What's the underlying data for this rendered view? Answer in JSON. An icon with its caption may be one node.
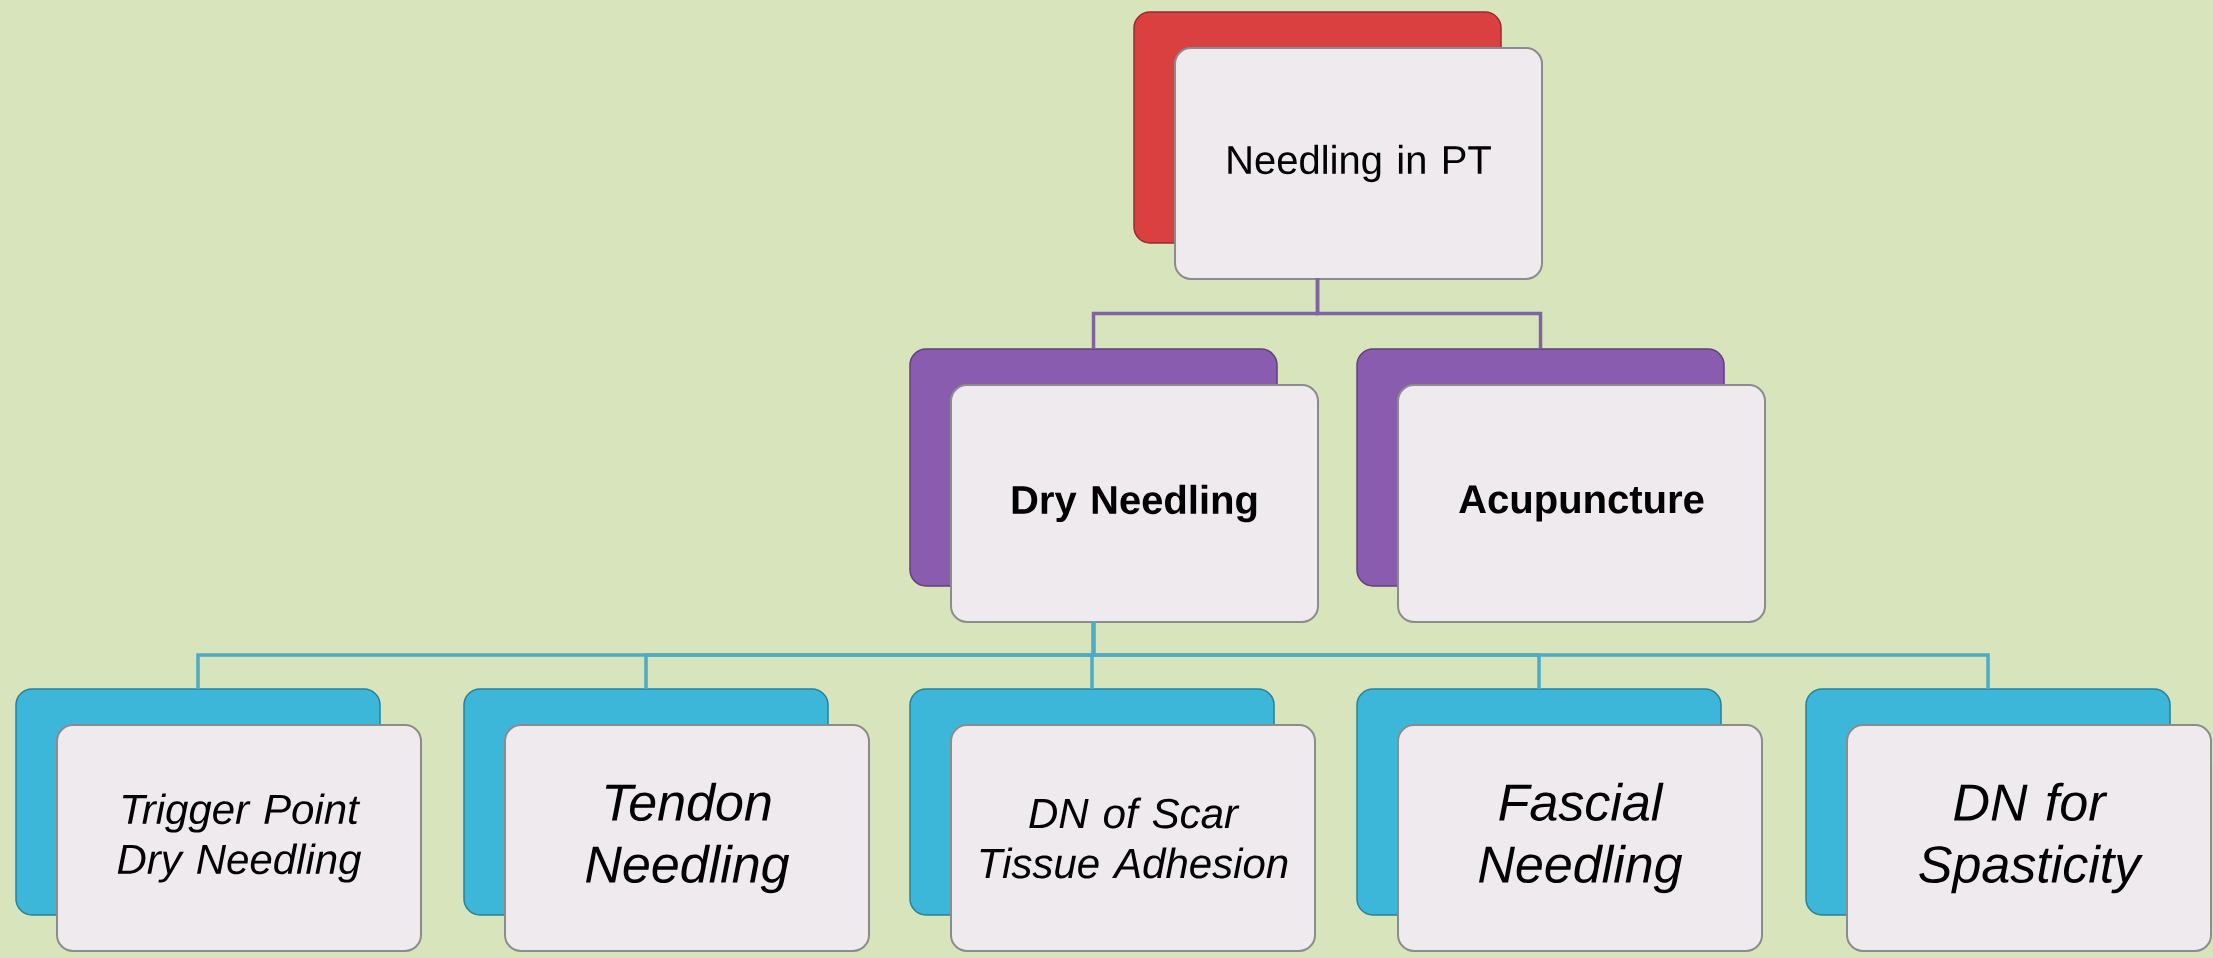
{
  "diagram": {
    "nodes": [
      {
        "text": [
          "Needling in PT"
        ]
      },
      {
        "text": [
          "Dry Needling"
        ]
      },
      {
        "text": [
          "Acupuncture"
        ]
      },
      {
        "text": [
          "Trigger Point Dry Needling"
        ]
      },
      {
        "text": [
          "Tendon Needling"
        ]
      },
      {
        "text": [
          "DN of Scar Tissue Adhesion"
        ]
      },
      {
        "text": [
          "Fascial Needling"
        ]
      },
      {
        "text": [
          "DN for Spasticity"
        ]
      }
    ],
    "edges": [
      {
        "from": 0,
        "to": 1,
        "arrow": "none",
        "color": "#8064a2"
      },
      {
        "from": 0,
        "to": 2,
        "arrow": "none",
        "color": "#8064a2"
      },
      {
        "from": 1,
        "to": 3,
        "arrow": "none"
      },
      {
        "from": 1,
        "to": 4,
        "arrow": "none"
      },
      {
        "from": 1,
        "to": 5,
        "arrow": "none"
      },
      {
        "from": 1,
        "to": 6,
        "arrow": "none"
      },
      {
        "from": 1,
        "to": 7,
        "arrow": "none"
      }
    ]
  }
}
